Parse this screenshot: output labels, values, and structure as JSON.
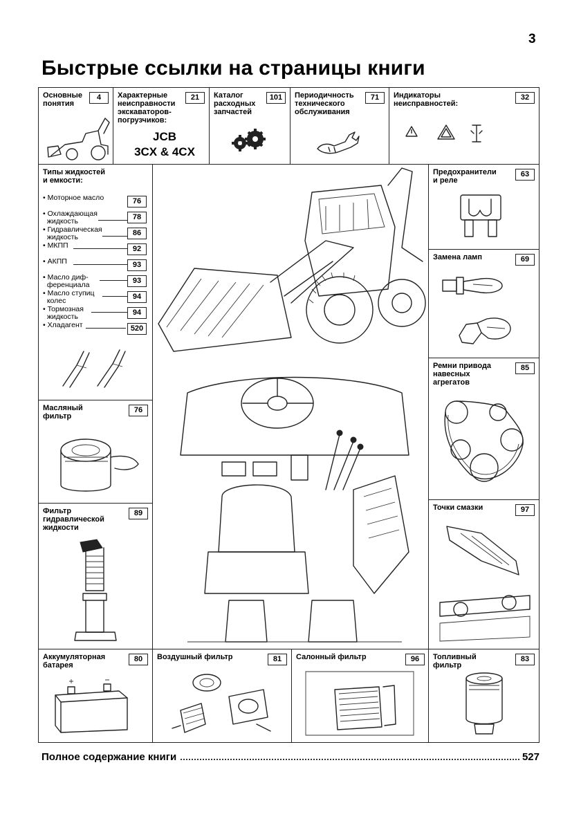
{
  "page_number": "3",
  "title": "Быстрые ссылки на страницы книги",
  "sections": {
    "basics": {
      "label": "Основные\nпонятия",
      "page": "4"
    },
    "faults": {
      "label": "Характерные\nнеисправности\nэкскаваторов-\nпогрузчиков:",
      "page": "21",
      "brand_line1": "JCB",
      "brand_line2": "3CX & 4CX"
    },
    "catalog": {
      "label": "Каталог\nрасходных\nзапчастей",
      "page": "101"
    },
    "maintenance": {
      "label": "Периодичность\nтехнического\nобслуживания",
      "page": "71"
    },
    "indicators": {
      "label": "Индикаторы\nнеисправностей:",
      "page": "32"
    },
    "fluids": {
      "label": "Типы жидкостей\nи емкости:"
    },
    "fuses": {
      "label": "Предохранители\nи реле",
      "page": "63"
    },
    "lamps": {
      "label": "Замена ламп",
      "page": "69"
    },
    "belts": {
      "label": "Ремни привода\nнавесных\nагрегатов",
      "page": "85"
    },
    "oil_filter": {
      "label": "Масляный\nфильтр",
      "page": "76"
    },
    "lube_points": {
      "label": "Точки смазки",
      "page": "97"
    },
    "hydraulic_filter": {
      "label": "Фильтр\nгидравлической\nжидкости",
      "page": "89"
    },
    "battery": {
      "label": "Аккумуляторная\nбатарея",
      "page": "80"
    },
    "air_filter": {
      "label": "Воздушный фильтр",
      "page": "81"
    },
    "cabin_filter": {
      "label": "Салонный фильтр",
      "page": "96"
    },
    "fuel_filter": {
      "label": "Топливный\nфильтр",
      "page": "83"
    }
  },
  "fluids": [
    {
      "label": "• Моторное масло",
      "page": "76"
    },
    {
      "label": "• Охлаждающая\n  жидкость",
      "page": "78"
    },
    {
      "label": "• Гидравлическая\n  жидкость",
      "page": "86"
    },
    {
      "label": "• МКПП",
      "page": "92"
    },
    {
      "label": "• АКПП",
      "page": "93"
    },
    {
      "label": "• Масло диф-\n  ференциала",
      "page": "93"
    },
    {
      "label": "• Масло ступиц\n  колес",
      "page": "94"
    },
    {
      "label": "• Тормозная\n  жидкость",
      "page": "94"
    },
    {
      "label": "• Хладагент",
      "page": "520"
    }
  ],
  "toc": {
    "label": "Полное содержание книги",
    "page": "527"
  }
}
